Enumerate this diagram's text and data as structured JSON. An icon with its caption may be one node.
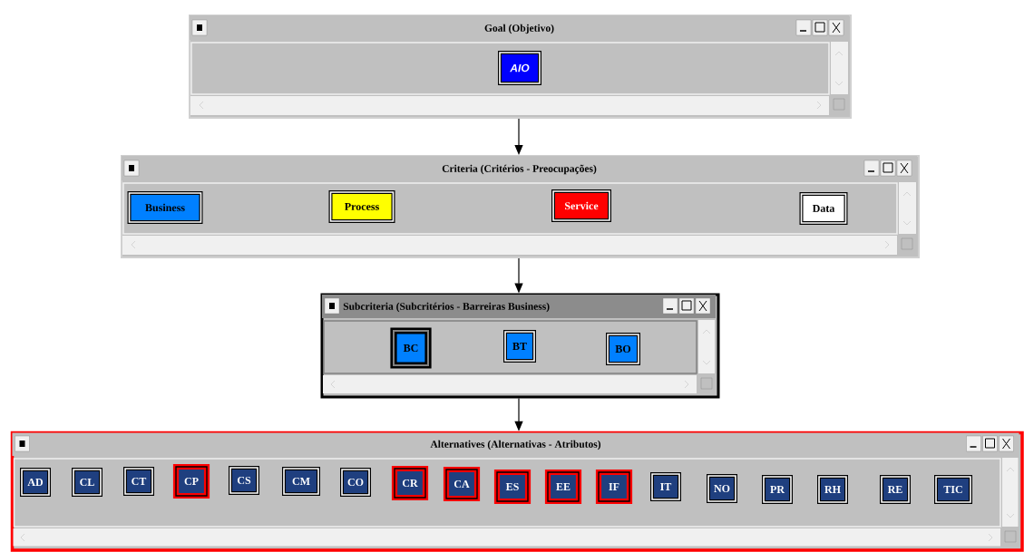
{
  "diagram": {
    "nodes": [
      {
        "text": [
          "Goal (Objetivo)"
        ]
      },
      {
        "text": [
          "AIO"
        ],
        "in": 0
      },
      {
        "text": [
          "Criteria (Critérios - Preocupações)"
        ]
      },
      {
        "text": [
          "Business"
        ],
        "in": 2
      },
      {
        "text": [
          "Process"
        ],
        "in": 2
      },
      {
        "text": [
          "Service"
        ],
        "in": 2
      },
      {
        "text": [
          "Data"
        ],
        "in": 2
      },
      {
        "text": [
          "Subcriteria (Subcritérios - Barreiras Business)"
        ]
      },
      {
        "text": [
          "BC"
        ],
        "in": 7
      },
      {
        "text": [
          "BT"
        ],
        "in": 7
      },
      {
        "text": [
          "BO"
        ],
        "in": 7
      },
      {
        "text": [
          "Alternatives (Alternativas - Atributos)"
        ]
      },
      {
        "text": [
          "AD"
        ],
        "in": 11
      },
      {
        "text": [
          "CL"
        ],
        "in": 11
      },
      {
        "text": [
          "CT"
        ],
        "in": 11
      },
      {
        "text": [
          "CP"
        ],
        "in": 11
      },
      {
        "text": [
          "CS"
        ],
        "in": 11
      },
      {
        "text": [
          "CM"
        ],
        "in": 11
      },
      {
        "text": [
          "CO"
        ],
        "in": 11
      },
      {
        "text": [
          "CR"
        ],
        "in": 11
      },
      {
        "text": [
          "CA"
        ],
        "in": 11
      },
      {
        "text": [
          "ES"
        ],
        "in": 11
      },
      {
        "text": [
          "EE"
        ],
        "in": 11
      },
      {
        "text": [
          "IF"
        ],
        "in": 11
      },
      {
        "text": [
          "IT"
        ],
        "in": 11
      },
      {
        "text": [
          "NO"
        ],
        "in": 11
      },
      {
        "text": [
          "PR"
        ],
        "in": 11
      },
      {
        "text": [
          "RH"
        ],
        "in": 11
      },
      {
        "text": [
          "RE"
        ],
        "in": 11
      },
      {
        "text": [
          "TIC"
        ],
        "in": 11
      }
    ],
    "edges": [
      {
        "from": 0,
        "to": 2,
        "arrow": "to"
      },
      {
        "from": 2,
        "to": 7,
        "arrow": "to"
      },
      {
        "from": 7,
        "to": 11,
        "arrow": "to"
      }
    ]
  }
}
